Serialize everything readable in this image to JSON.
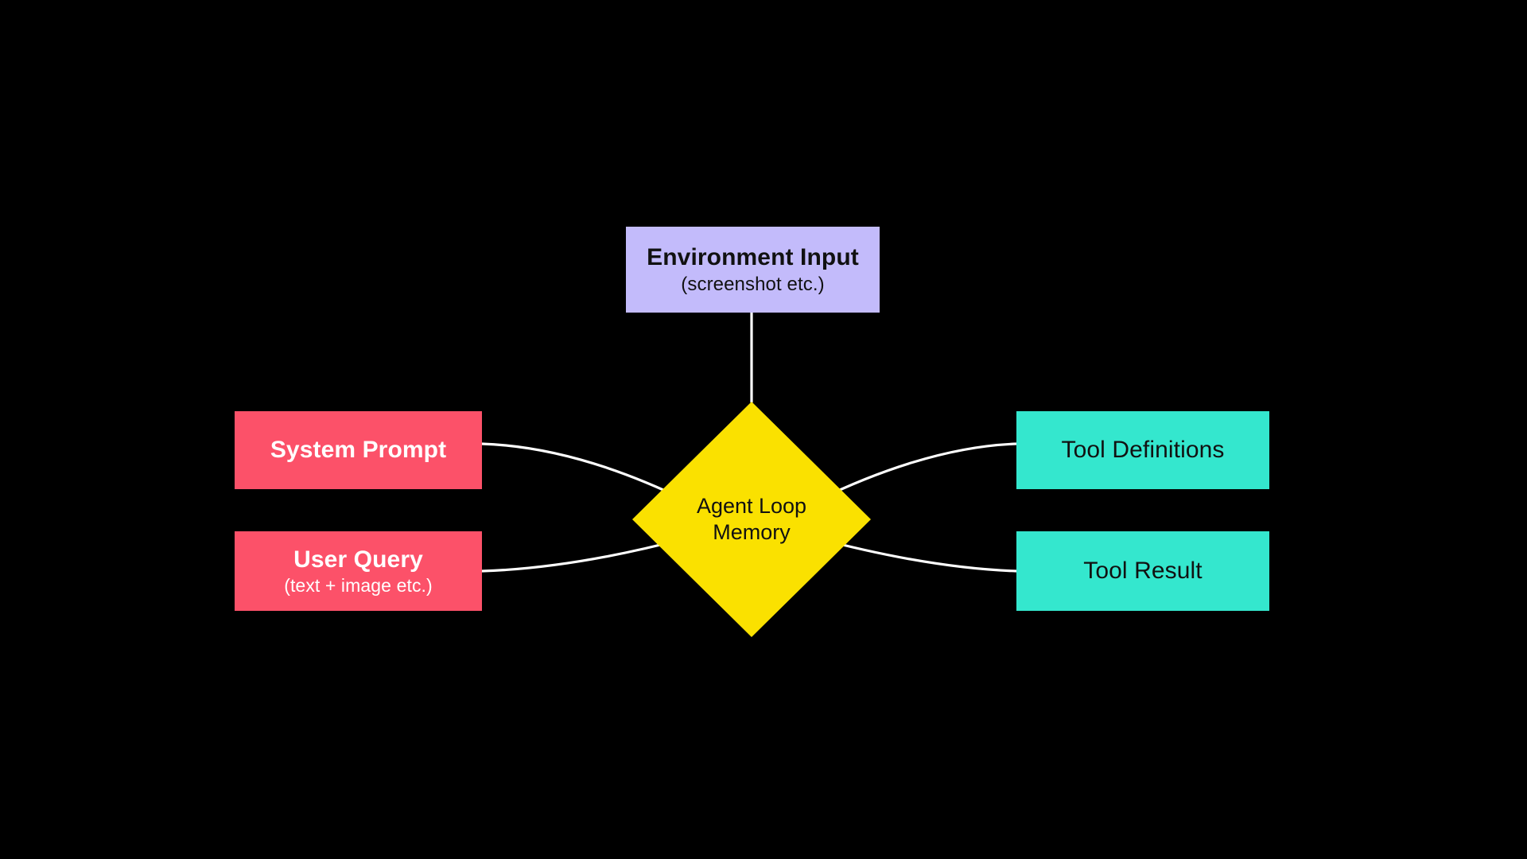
{
  "diagram": {
    "title": "Agent Loop Memory",
    "background_color": "#000000",
    "edge_color": "#FFFFFF",
    "nodes": {
      "environment_input": {
        "title": "Environment Input",
        "subtitle": "(screenshot etc.)",
        "shape": "rectangle",
        "fill": "#C3BBFB",
        "text_color": "#111111"
      },
      "system_prompt": {
        "title": "System Prompt",
        "subtitle": "",
        "shape": "rectangle",
        "fill": "#FC5169",
        "text_color": "#FFFFFF"
      },
      "user_query": {
        "title": "User Query",
        "subtitle": "(text + image etc.)",
        "shape": "rectangle",
        "fill": "#FC5169",
        "text_color": "#FFFFFF"
      },
      "tool_definitions": {
        "title": "Tool Definitions",
        "subtitle": "",
        "shape": "rectangle",
        "fill": "#34E7CE",
        "text_color": "#111111"
      },
      "tool_result": {
        "title": "Tool Result",
        "subtitle": "",
        "shape": "rectangle",
        "fill": "#34E7CE",
        "text_color": "#111111"
      },
      "agent_loop_memory": {
        "title_line1": "Agent Loop",
        "title_line2": "Memory",
        "shape": "diamond",
        "fill": "#FAE100",
        "text_color": "#111111"
      }
    },
    "edges": [
      {
        "from": "environment_input",
        "to": "agent_loop_memory",
        "style": "straight-vertical"
      },
      {
        "from": "system_prompt",
        "to": "agent_loop_memory",
        "style": "curve"
      },
      {
        "from": "user_query",
        "to": "agent_loop_memory",
        "style": "curve"
      },
      {
        "from": "agent_loop_memory",
        "to": "tool_definitions",
        "style": "curve"
      },
      {
        "from": "agent_loop_memory",
        "to": "tool_result",
        "style": "curve"
      }
    ]
  }
}
